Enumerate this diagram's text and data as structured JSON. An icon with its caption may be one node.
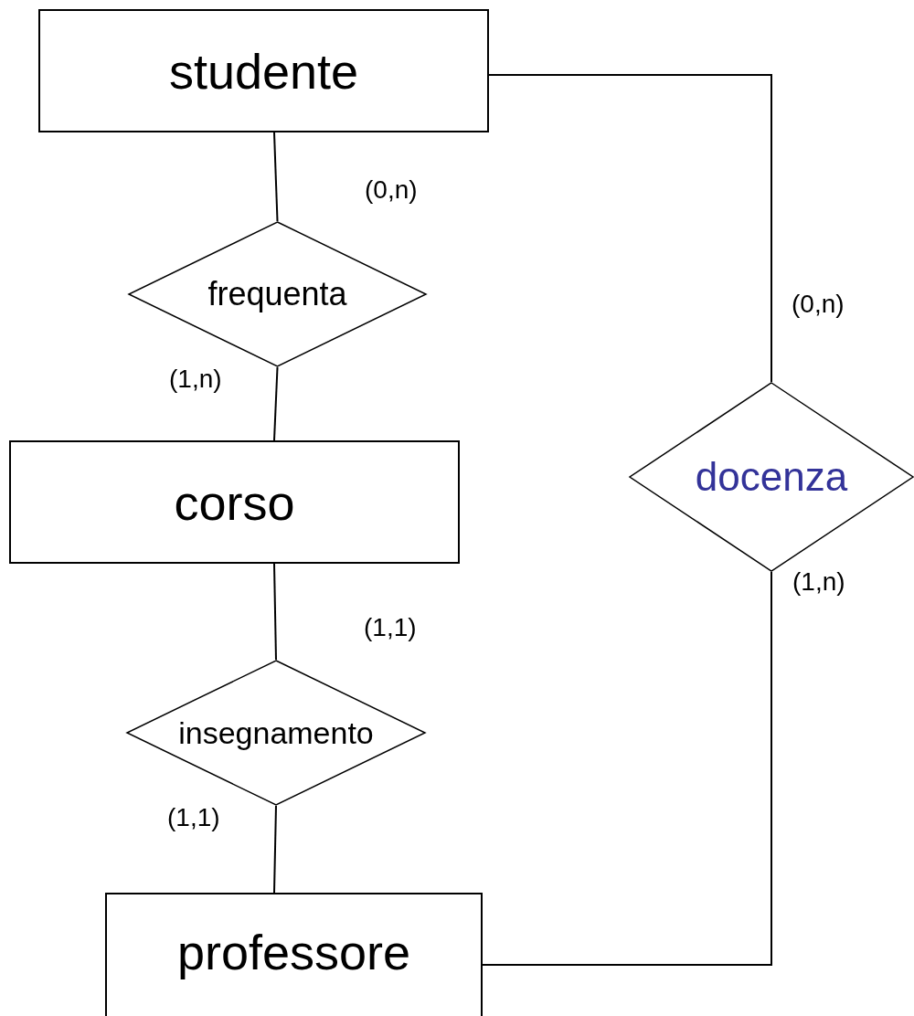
{
  "diagram": {
    "nodes": [
      {
        "text": [
          "studente"
        ]
      },
      {
        "text": [
          "frequenta"
        ]
      },
      {
        "text": [
          "corso"
        ]
      },
      {
        "text": [
          "insegnamento"
        ]
      },
      {
        "text": [
          "professore"
        ]
      },
      {
        "text": [
          "docenza"
        ]
      }
    ],
    "edges": [
      {
        "from": 0,
        "to": 1,
        "arrow": "none"
      },
      {
        "from": 1,
        "to": 2,
        "arrow": "none"
      },
      {
        "from": 2,
        "to": 3,
        "arrow": "none"
      },
      {
        "from": 3,
        "to": 4,
        "arrow": "none"
      },
      {
        "from": 0,
        "to": 5,
        "arrow": "none"
      },
      {
        "from": 5,
        "to": 4,
        "arrow": "none"
      }
    ],
    "labels": [
      "(0,n)",
      "(0,n)",
      "(1,n)",
      "(1,n)",
      "(1,1)",
      "(1,1)"
    ]
  }
}
